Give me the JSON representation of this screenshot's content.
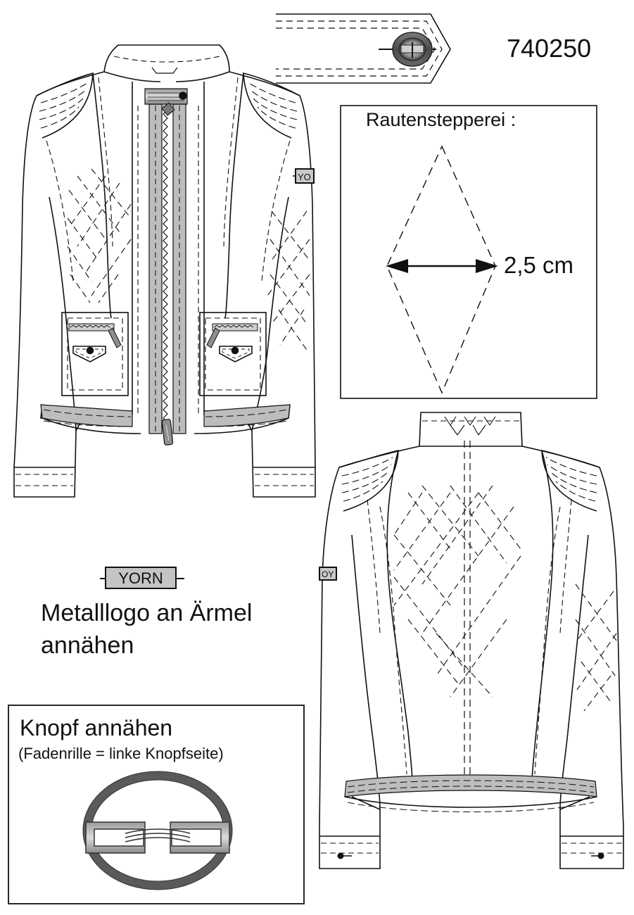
{
  "style_number": "740250",
  "quilting": {
    "title": "Rautenstepperei :",
    "width_label": "2,5 cm"
  },
  "logo": {
    "plate_text": "YORN",
    "sleeve_text_front": "YO",
    "sleeve_text_back": "OY",
    "note_line1": "Metalllogo an Ärmel",
    "note_line2": "annähen"
  },
  "button": {
    "title": "Knopf annähen",
    "note": "(Fadenrille = linke Knopfseite)"
  },
  "colors": {
    "line": "#111111",
    "fill_gray": "#b9b9b9",
    "button_gray": "#5a5a5a"
  }
}
